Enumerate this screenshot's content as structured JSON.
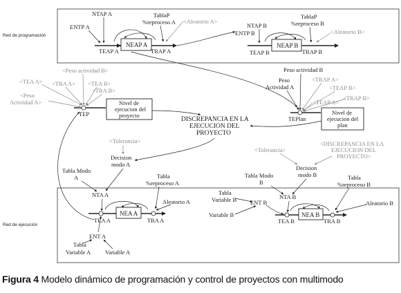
{
  "sections": {
    "programming_label": "Red de programación",
    "execution_label": "Red de ejecución"
  },
  "prog_a": {
    "ntap": "NTAP A",
    "entp": "ENTP A",
    "tablap1": "TablaP",
    "tablap2": "%reproceso A",
    "aleatorio": "<Aleatorio A>",
    "stock": "NEAP A",
    "teap": "TEAP A",
    "trap": "TRAP A"
  },
  "prog_b": {
    "ntap": "NTAP B",
    "entp": "ENTP B",
    "tablap1": "TablaP",
    "tablap2": "%reproceso B",
    "aleatorio": "<Aleatorio B>",
    "stock": "NEAP B",
    "teap": "TEAP B",
    "trap": "TRAP B"
  },
  "tep": {
    "tea_a": "<TEA A>",
    "peso_act_b": "<Peso actividad B>",
    "peso_act_a1": "<Peso",
    "peso_act_a2": "Actividad A>",
    "tra_a": "<TRA A>",
    "tea_b": "<TEA B>",
    "tra_b": "<TRA B>",
    "node": "TEP",
    "nivel1": "Nivel de",
    "nivel2": "ejecucion del",
    "nivel3": "proyecto"
  },
  "teplan": {
    "peso_b": "Peso actividad B",
    "peso_a1": "Peso",
    "peso_a2": "Actividad A",
    "trap_a": "<TRAP A>",
    "teap_b": "<TEAP B>",
    "trap_b": "<TRAP B>",
    "teap_a": "<TEAP A>",
    "node": "TEPlan",
    "nivel1": "Nivel de",
    "nivel2": "ejecucion del",
    "nivel3": "plan"
  },
  "center": {
    "disc1": "DISCREPANCIA EN LA",
    "disc2": "EJECUCION DEL",
    "disc3": "PROYECTO",
    "tol_a": "<Tolerancia>",
    "dec_a1": "Decision",
    "dec_a2": "modo A",
    "tol_b": "<Tolerancia>",
    "disc_ref1": "<DISCREPANCIA EN LA",
    "disc_ref2": "EJECUCION DEL",
    "disc_ref3": "PROYECTO>",
    "dec_b1": "Decision",
    "dec_b2": "modo B"
  },
  "exec_a": {
    "tabla_modo1": "Tabla Modo",
    "tabla_modo2": "A",
    "tabla1": "Tabla",
    "tabla2": "%reproceso A",
    "nta": "NTA A",
    "aleatorio": "Aleatorio A",
    "stock": "NEA A",
    "tea": "TEA A",
    "tra": "TRA A",
    "ent": "ENT A",
    "tabla_var1": "Tabla",
    "tabla_var2": "Variable A",
    "variable": "Variable A"
  },
  "exec_b": {
    "tabla_var1": "Tabla",
    "tabla_var2": "Variable B",
    "ent": "ENT B",
    "variable": "Variable B",
    "tabla_modo1": "Tabla Modo",
    "tabla_modo2": "B",
    "tabla1": "Tabla",
    "tabla2": "%reproceso B",
    "nta": "NTA B",
    "aleatorio": "Aleatorio B",
    "stock": "NEA B",
    "tea": "TEA B",
    "tra": "TRA B"
  },
  "caption": {
    "prefix": "Figura 4",
    "text": " Modelo dinámico de programación y control de proyectos con multimodo"
  }
}
